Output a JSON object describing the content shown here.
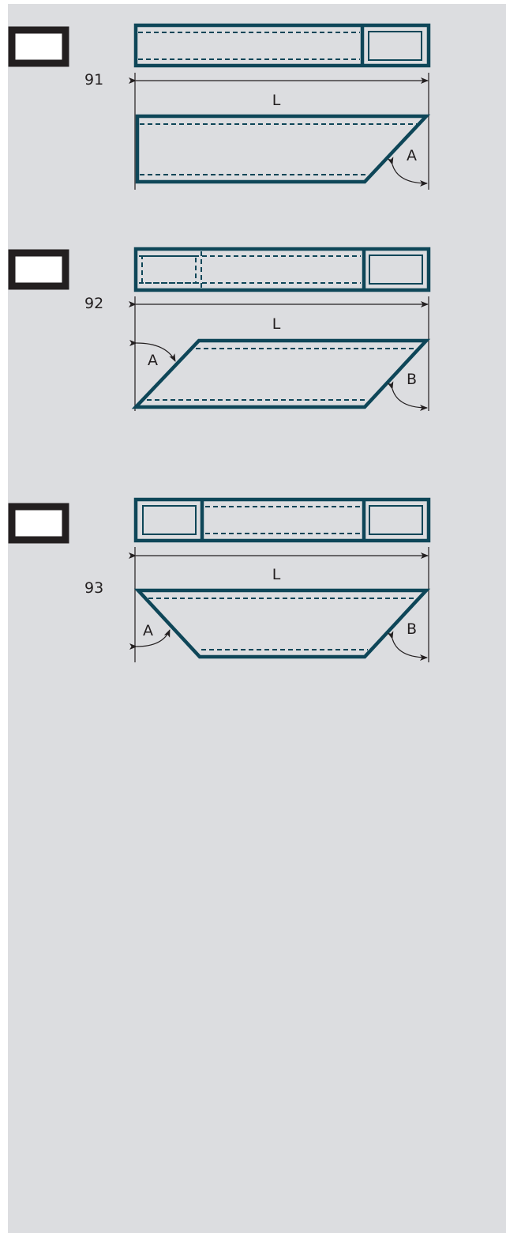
{
  "colors": {
    "background": "#dcdde0",
    "profile_stroke": "#0e4658",
    "frame_icon_stroke": "#231f20",
    "dimension_stroke": "#231f20"
  },
  "items": [
    {
      "number": "91",
      "length_label": "L",
      "angle_labels": [
        "A"
      ]
    },
    {
      "number": "92",
      "length_label": "L",
      "angle_labels": [
        "A",
        "B"
      ]
    },
    {
      "number": "93",
      "length_label": "L",
      "angle_labels": [
        "A",
        "B"
      ]
    }
  ]
}
